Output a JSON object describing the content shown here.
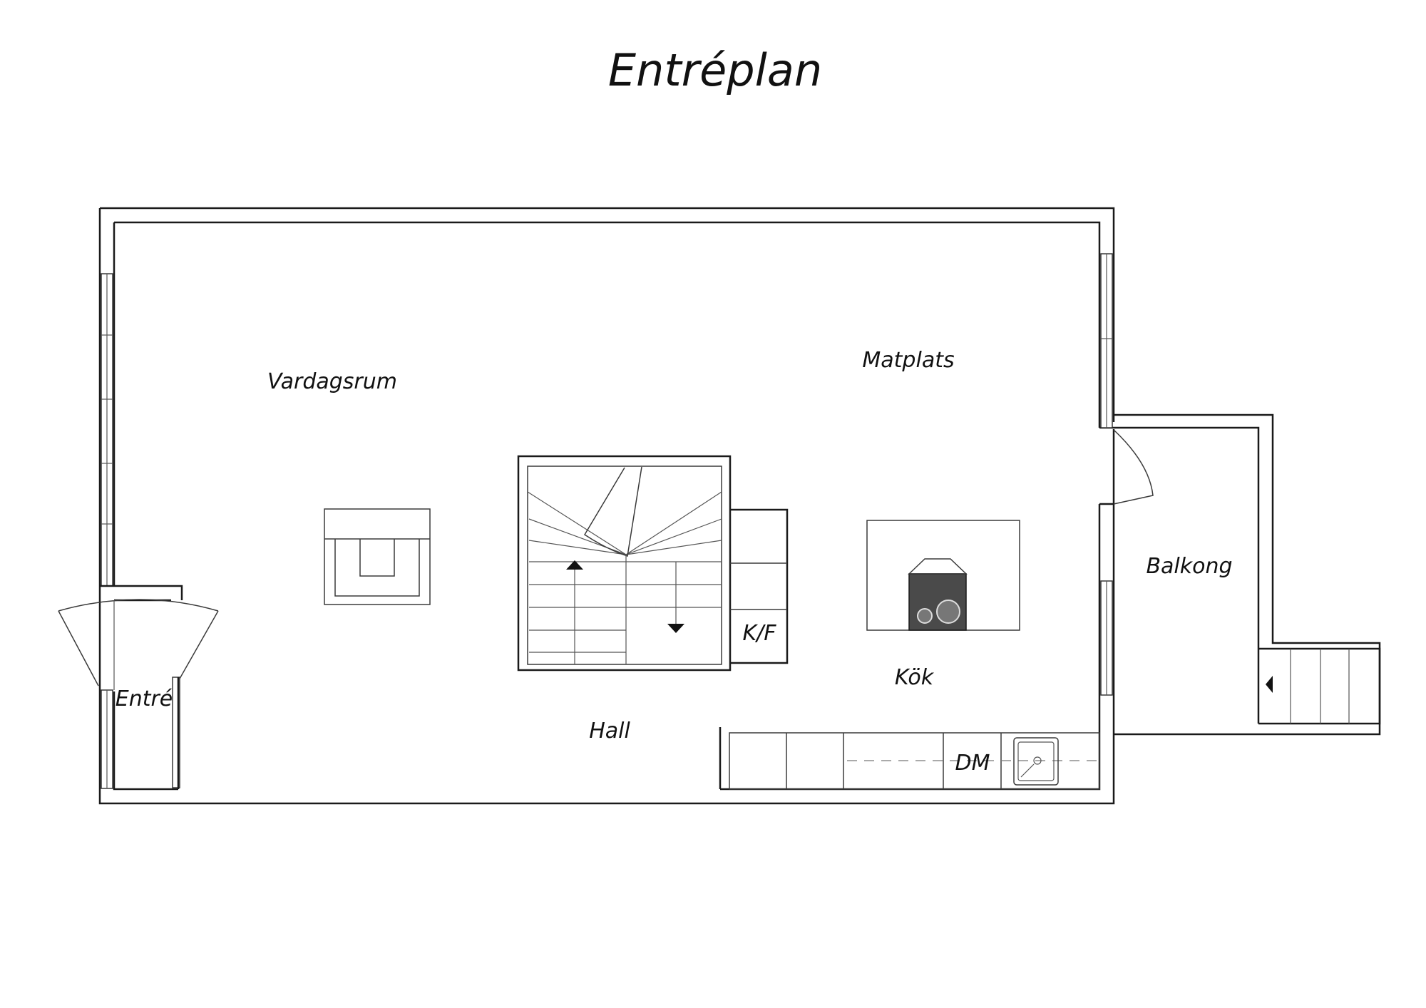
{
  "title": "Entréplan",
  "rooms": {
    "vardagsrum": "Vardagsrum",
    "matplats": "Matplats",
    "balkong": "Balkong",
    "kf": "K/F",
    "kok": "Kök",
    "entre": "Entré",
    "hall": "Hall",
    "dm": "DM"
  }
}
